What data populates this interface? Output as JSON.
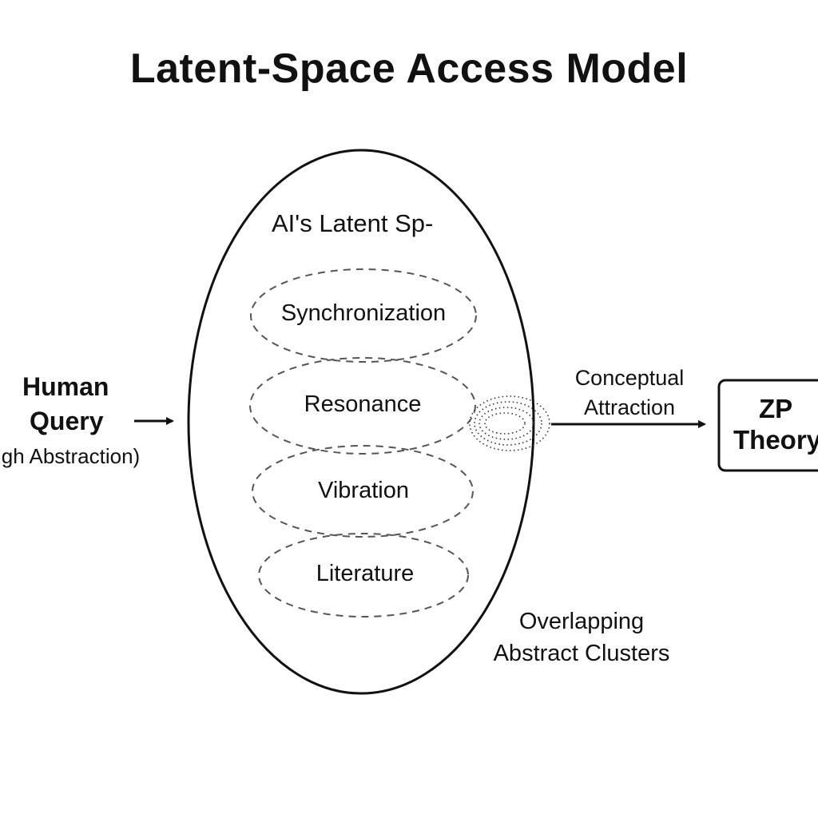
{
  "title": "Latent-Space Access Model",
  "latent_space": {
    "label": "AI's Latent Sp-",
    "clusters": [
      {
        "label": "Synchronization"
      },
      {
        "label": "Resonance"
      },
      {
        "label": "Vibration"
      },
      {
        "label": "Literature"
      }
    ]
  },
  "input": {
    "line1": "Human",
    "line2": "Query",
    "line3": "igh Abstraction)"
  },
  "attraction": {
    "line1": "Conceptual",
    "line2": "Attraction"
  },
  "target": {
    "line1": "ZP",
    "line2": "Theory"
  },
  "note": {
    "line1": "Overlapping",
    "line2": "Abstract Clusters"
  },
  "colors": {
    "ink": "#111111",
    "dashed": "#555555",
    "background": "#ffffff"
  }
}
